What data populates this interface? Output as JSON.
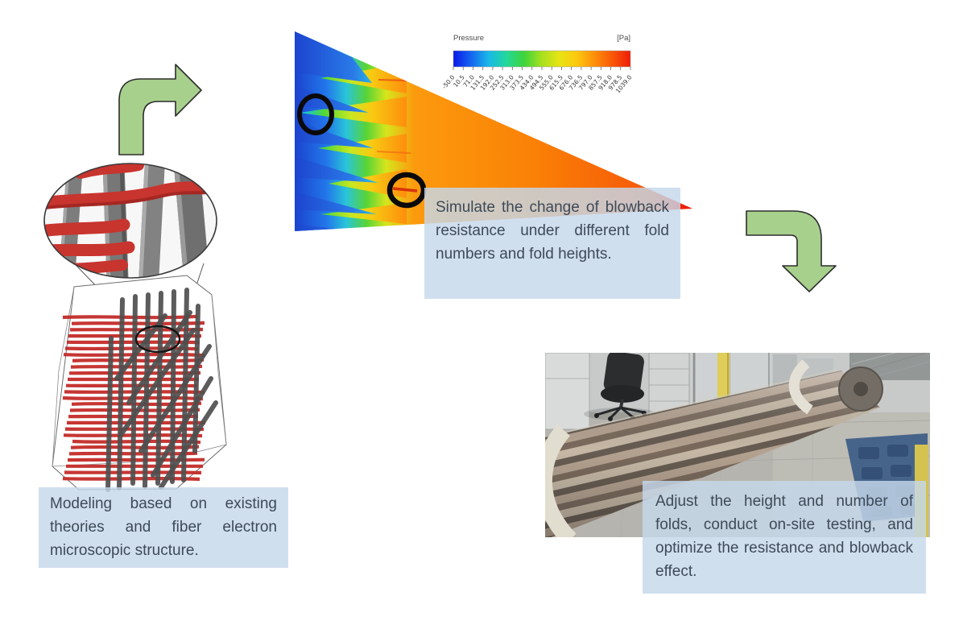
{
  "figure": {
    "steps": [
      {
        "id": "modeling",
        "caption": "Modeling based on existing theories and fiber electron microscopic structure."
      },
      {
        "id": "simulation",
        "caption": "Simulate the change of blowback resistance under different fold numbers and fold heights."
      },
      {
        "id": "testing",
        "caption": "Adjust the height and number of folds, conduct on-site testing, and optimize the resistance and blowback effect."
      }
    ],
    "colorbar": {
      "title": "Pressure",
      "unit": "[Pa]",
      "ticks": [
        "-50.0",
        "10.5",
        "71.0",
        "131.5",
        "192.0",
        "252.5",
        "313.0",
        "373.5",
        "434.0",
        "494.5",
        "555.0",
        "615.5",
        "676.0",
        "736.5",
        "797.0",
        "857.5",
        "918.0",
        "978.5",
        "1039.0"
      ],
      "gradient": [
        "#0a18e8",
        "#1565f0",
        "#19b9e8",
        "#22d89a",
        "#3fd43a",
        "#a8e01e",
        "#e8e414",
        "#fdc60e",
        "#fd8d0a",
        "#f85608",
        "#ee1c08"
      ]
    },
    "colors": {
      "caption_bg": "rgba(198,216,234,0.82)",
      "caption_text": "#3d4a57",
      "arrow_fill": "#a8d08d",
      "arrow_stroke": "#2d2d2d",
      "fiber_red": "#c32b28",
      "rod_gray": "#4f4f4f",
      "contour_blue": "#1b43cf",
      "contour_orange": "#fa8106",
      "contour_red": "#e81508"
    }
  }
}
